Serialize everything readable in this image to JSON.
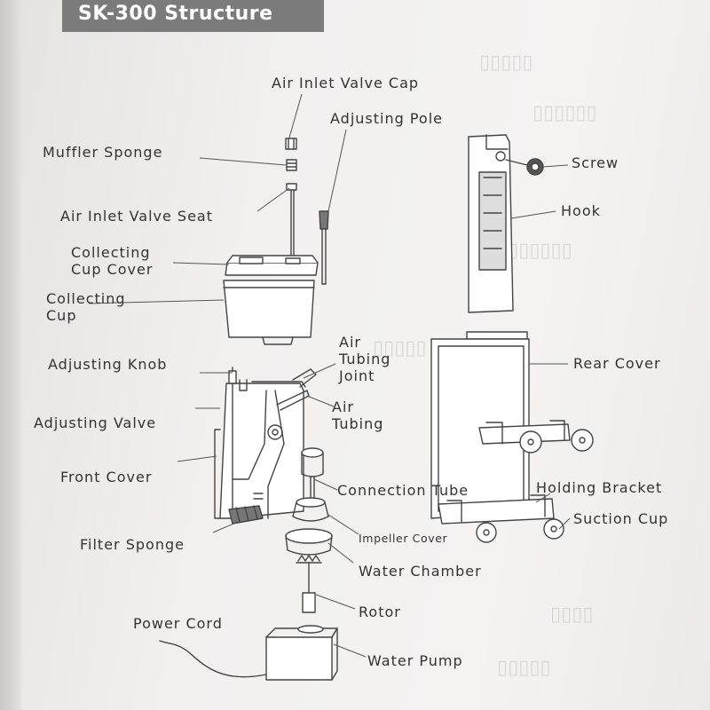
{
  "title": "SK-300 Structure",
  "labels": {
    "air_inlet_valve_cap": "Air Inlet Valve Cap",
    "adjusting_pole": "Adjusting Pole",
    "muffler_sponge": "Muffler Sponge",
    "air_inlet_valve_seat": "Air Inlet Valve Seat",
    "collecting_cup_cover": "Collecting Cup Cover",
    "collecting_cup": "Collecting Cup",
    "adjusting_knob": "Adjusting Knob",
    "air_tubing_joint": "Air Tubing Joint",
    "air_tubing": "Air Tubing",
    "adjusting_valve": "Adjusting Valve",
    "front_cover": "Front Cover",
    "filter_sponge": "Filter Sponge",
    "connection_tube": "Connection Tube",
    "impeller_cover": "Impeller Cover",
    "water_chamber": "Water Chamber",
    "rotor": "Rotor",
    "power_cord": "Power Cord",
    "water_pump": "Water Pump",
    "screw": "Screw",
    "hook": "Hook",
    "rear_cover": "Rear Cover",
    "holding_bracket": "Holding Bracket",
    "suction_cup": "Suction Cup"
  },
  "colors": {
    "title_bg": "#7b7b7b",
    "line": "#444444"
  }
}
